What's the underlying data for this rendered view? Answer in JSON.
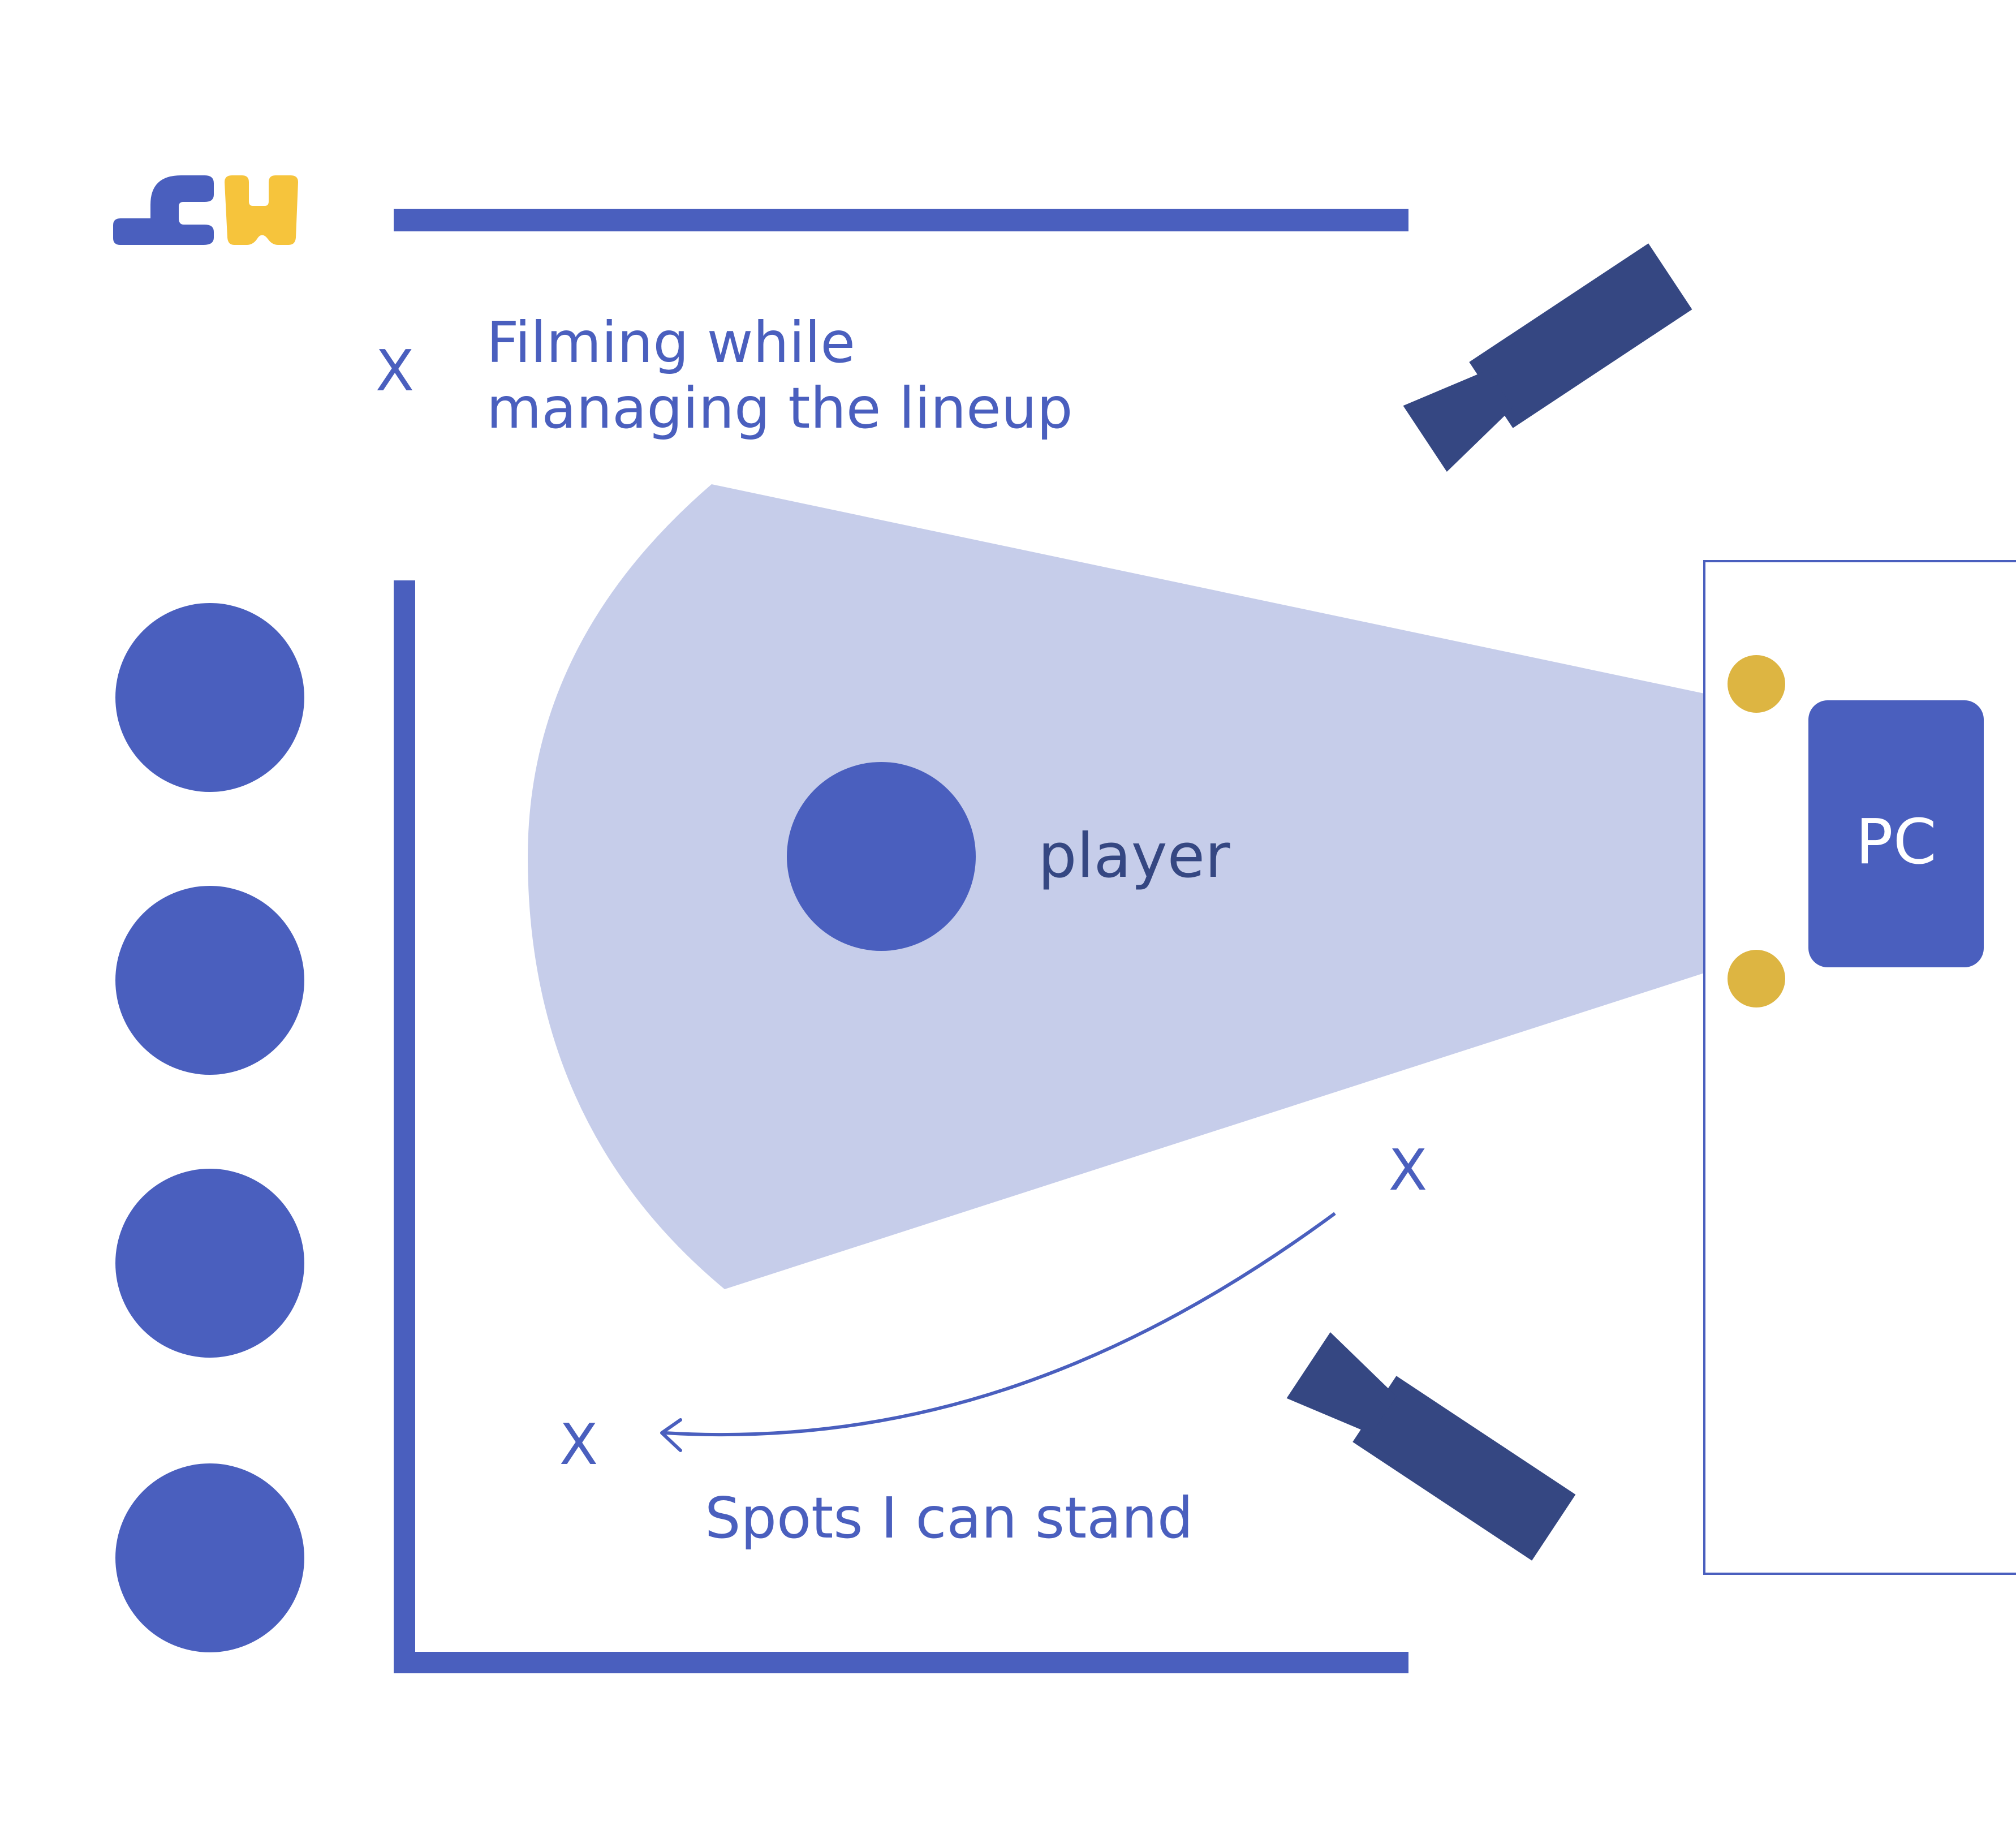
{
  "labels": {
    "filming_line1": "Filming while",
    "filming_line2": "managing the lineup",
    "filming_marker": "X",
    "player": "player",
    "pc": "PC",
    "spot_marker_upper": "X",
    "spot_marker_lower": "X",
    "spots": "Spots I can stand"
  },
  "logo": {
    "text": "hw"
  },
  "colors": {
    "primary_blue": "#4A5FBE",
    "dark_navy": "#354782",
    "light_blue_fill": "#C6CDEA",
    "gold": "#DDB542",
    "logo_yellow": "#F6C43C",
    "text_blue": "#4A5FBE",
    "player_text": "#354782",
    "background": "#FFFFFF"
  },
  "icons": {
    "top_camera": "video-camera-icon",
    "bottom_camera": "video-camera-icon",
    "logo": "hw-logo-icon"
  },
  "lineup_count": 4
}
